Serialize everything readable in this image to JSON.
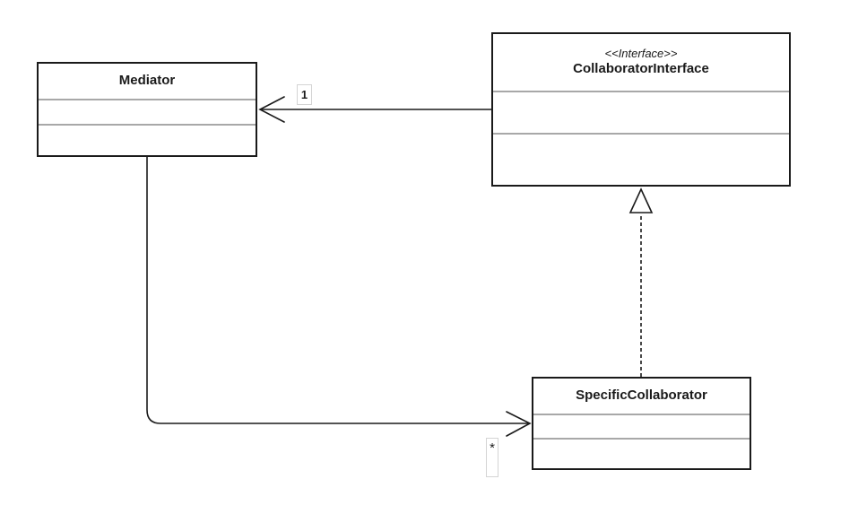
{
  "classes": {
    "mediator": {
      "name": "Mediator",
      "compartments": [
        "",
        ""
      ]
    },
    "collaborator_interface": {
      "stereotype": "<<Interface>>",
      "name": "CollaboratorInterface",
      "compartments": [
        "",
        ""
      ]
    },
    "specific_collaborator": {
      "name": "SpecificCollaborator",
      "compartments": [
        "",
        ""
      ]
    }
  },
  "edges": {
    "interface_to_mediator": {
      "type": "association",
      "from": "CollaboratorInterface",
      "to": "Mediator",
      "arrowhead": "open",
      "multiplicity": "1"
    },
    "mediator_to_specific_collaborator": {
      "type": "association",
      "from": "Mediator",
      "to": "SpecificCollaborator",
      "arrowhead": "open",
      "multiplicity": "*"
    },
    "realization": {
      "type": "realization",
      "from": "SpecificCollaborator",
      "to": "CollaboratorInterface",
      "arrowhead": "hollow-triangle",
      "line_style": "dashed"
    }
  },
  "colors": {
    "background": "#ffffff",
    "box_border": "#1a1a1a",
    "divider": "#a8a8a8",
    "edge": "#1a1a1a",
    "label_border": "#d4d4d4",
    "text": "#1a1a1a"
  }
}
